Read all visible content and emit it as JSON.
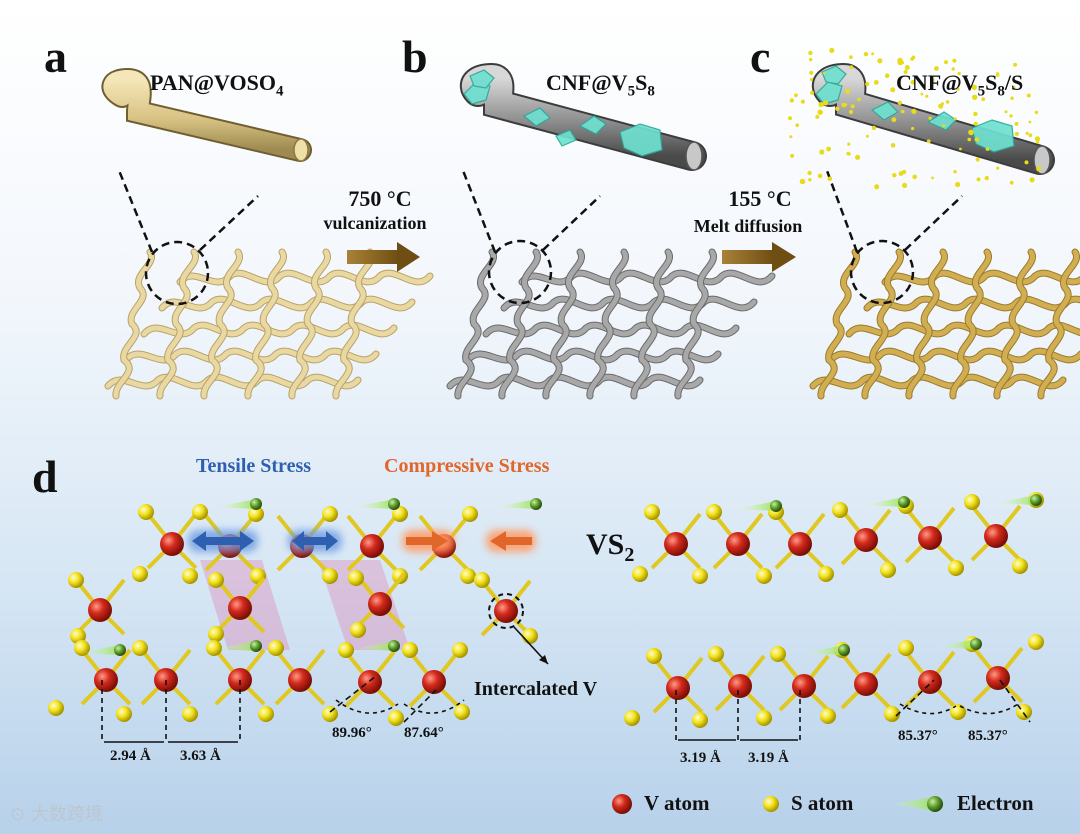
{
  "panels": {
    "a": "a",
    "b": "b",
    "c": "c",
    "d": "d"
  },
  "titles": {
    "a": {
      "main": "PAN@VOSO",
      "sub": "4",
      "tail": ""
    },
    "b": {
      "p1": "CNF@V",
      "s1": "5",
      "p2": "S",
      "s2": "8",
      "tail": ""
    },
    "c": {
      "p1": "CNF@V",
      "s1": "5",
      "p2": "S",
      "s2": "8",
      "tail": "/S"
    }
  },
  "process1": {
    "temp": "750 °C",
    "name": "vulcanization"
  },
  "process2": {
    "temp": "155 °C",
    "name": "Melt diffusion"
  },
  "stress": {
    "tensile": "Tensile Stress",
    "compressive": "Compressive Stress"
  },
  "vs2": {
    "main": "VS",
    "sub": "2"
  },
  "intercalated": "Intercalated V",
  "measurements": {
    "left_d1": "2.94 Å",
    "left_d2": "3.63 Å",
    "left_a1": "89.96°",
    "left_a2": "87.64°",
    "right_d1": "3.19 Å",
    "right_d2": "3.19 Å",
    "right_a1": "85.37°",
    "right_a2": "85.37°"
  },
  "legend": {
    "v": "V atom",
    "s": "S atom",
    "e": "Electron"
  },
  "watermark": "大数跨境",
  "colors": {
    "v_atom": "#d42a1c",
    "s_atom": "#f2e21a",
    "pan": "#e6d49c",
    "cnf": "#9a9a9a",
    "cs": "#cfa84a",
    "vs_crystal": "#6ee0d0",
    "tensile": "#2f5fb0",
    "compressive": "#e0662a",
    "arrow": "#8a6420"
  }
}
